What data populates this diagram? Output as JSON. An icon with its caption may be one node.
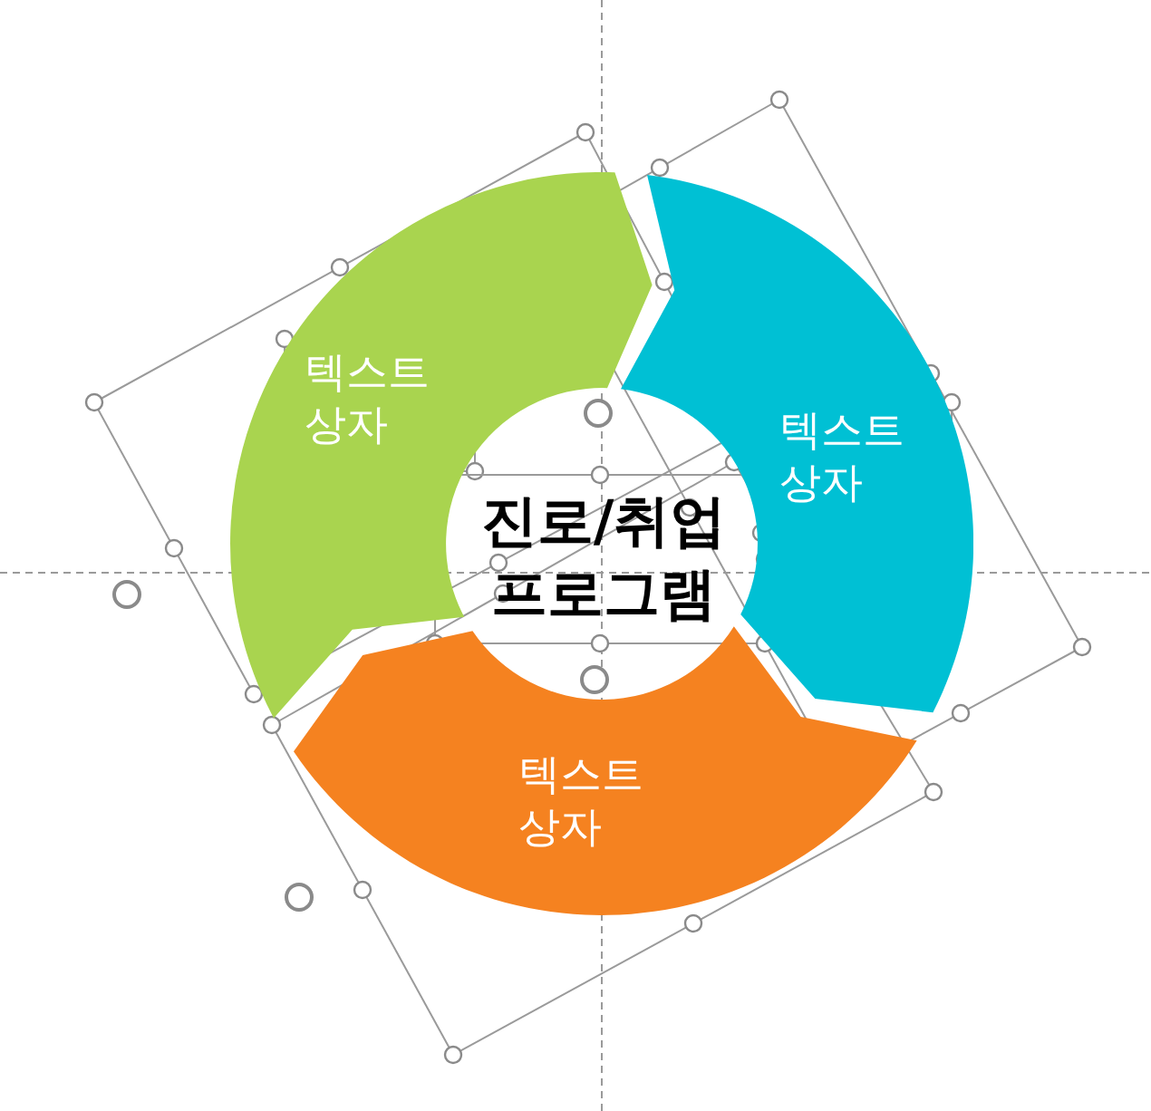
{
  "diagram": {
    "nodes": [
      {
        "text": [
          "텍스트 상자"
        ]
      },
      {
        "text": [
          "텍스트 상자"
        ]
      },
      {
        "text": [
          "텍스트 상자"
        ]
      }
    ],
    "labels": [
      "진로/취업 프로그램"
    ]
  }
}
